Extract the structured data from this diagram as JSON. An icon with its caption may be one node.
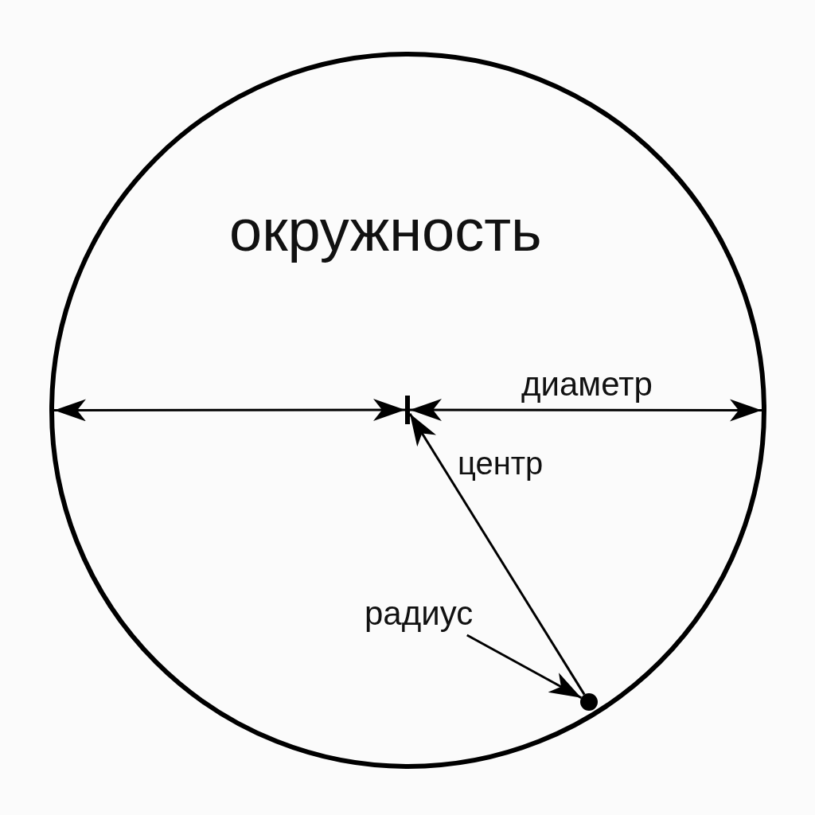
{
  "diagram": {
    "nodes": [
      {
        "text": [
          "окружность"
        ]
      },
      {
        "text": [],
        "shape": "bar",
        "in": 0,
        "beside": [
          "центр"
        ]
      },
      {
        "text": [
          "радиус"
        ],
        "in": 0
      },
      {
        "text": [],
        "shape": "circle",
        "in": 0
      }
    ],
    "edges": [
      {
        "from": 0,
        "to": 1,
        "arrow": "both"
      },
      {
        "from": 1,
        "to": 0,
        "arrow": "both",
        "label": "диаметр"
      },
      {
        "from": 3,
        "to": 1,
        "arrow": "to"
      },
      {
        "from": 2,
        "to": 3,
        "arrow": "to"
      }
    ]
  }
}
